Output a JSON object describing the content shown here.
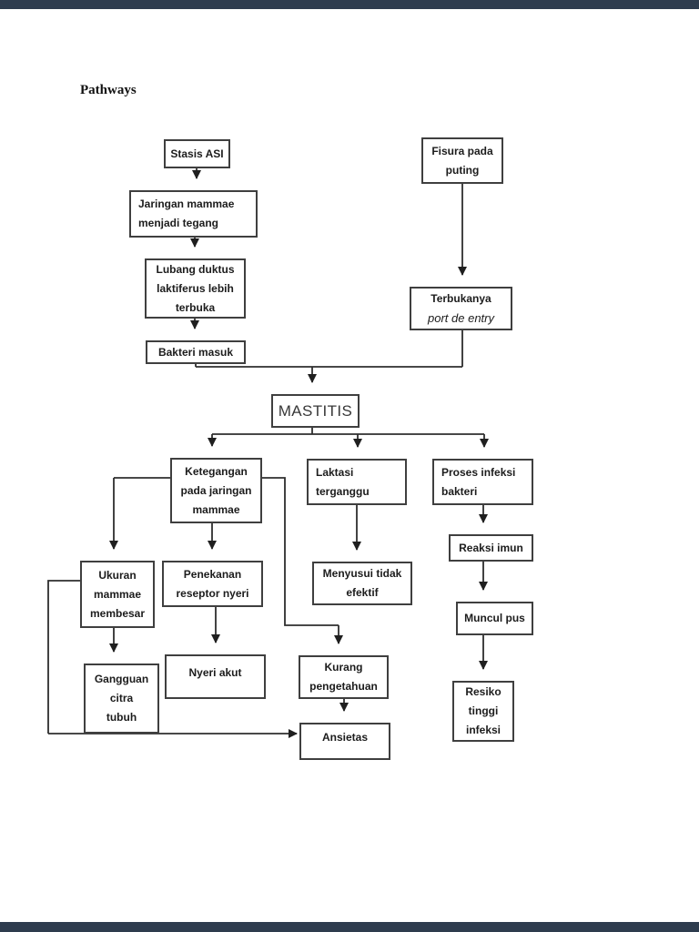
{
  "title": "Pathways",
  "colors": {
    "viewer_bar": "#2e3c4e",
    "page_background": "#ffffff",
    "box_border": "#3f3f3f",
    "connector": "#2e2e2e",
    "text": "#1c1c1c"
  },
  "nodes": {
    "stasis_asi": {
      "label": "Stasis ASI"
    },
    "fisura_pada_puting": {
      "label": "Fisura pada\nputing"
    },
    "jaringan_mammae": {
      "label": "Jaringan mammae\nmenjadi tegang"
    },
    "lubang_duktus": {
      "label": "Lubang duktus\nlaktiferus lebih\nterbuka"
    },
    "bakteri_masuk": {
      "label": "Bakteri masuk"
    },
    "terbukanya": {
      "line1": "Terbukanya",
      "line2": "port de entry"
    },
    "mastitis": {
      "label": "MASTITIS"
    },
    "ketegangan": {
      "label": "Ketegangan\npada jaringan\nmammae"
    },
    "laktasi_terganggu": {
      "label": "Laktasi\nterganggu"
    },
    "proses_infeksi": {
      "label": "Proses infeksi\nbakteri"
    },
    "ukuran_mammae": {
      "label": "Ukuran\nmammae\nmembesar"
    },
    "penekanan_reseptor": {
      "label": "Penekanan\nreseptor nyeri"
    },
    "menyusui_tidak_efektif": {
      "label": "Menyusui tidak\nefektif"
    },
    "reaksi_imun": {
      "label": "Reaksi imun"
    },
    "muncul_pus": {
      "label": "Muncul pus"
    },
    "resiko_tinggi_infeksi": {
      "label": "Resiko\ntinggi\ninfeksi"
    },
    "gangguan_citra_tubuh": {
      "label": "Gangguan\ncitra\ntubuh"
    },
    "nyeri_akut": {
      "label": "Nyeri akut"
    },
    "kurang_pengetahuan": {
      "label": "Kurang\npengetahuan"
    },
    "ansietas": {
      "label": "Ansietas"
    }
  }
}
